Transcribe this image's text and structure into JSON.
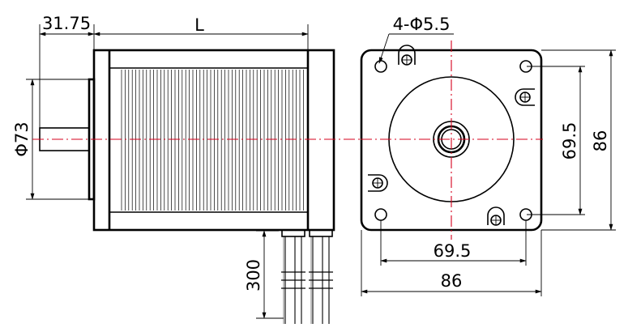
{
  "labels": {
    "shaft_length": "31.75",
    "body_length": "L",
    "holes": "4-Φ5.5",
    "shaft_diameter": "Φ73",
    "bolt_spacing_vertical": "69.5",
    "flange_height": "86",
    "bolt_spacing_horizontal": "69.5",
    "flange_width": "86",
    "lead_length": "300"
  },
  "colors": {
    "line": "#000000",
    "centerline": "#d6001c"
  }
}
